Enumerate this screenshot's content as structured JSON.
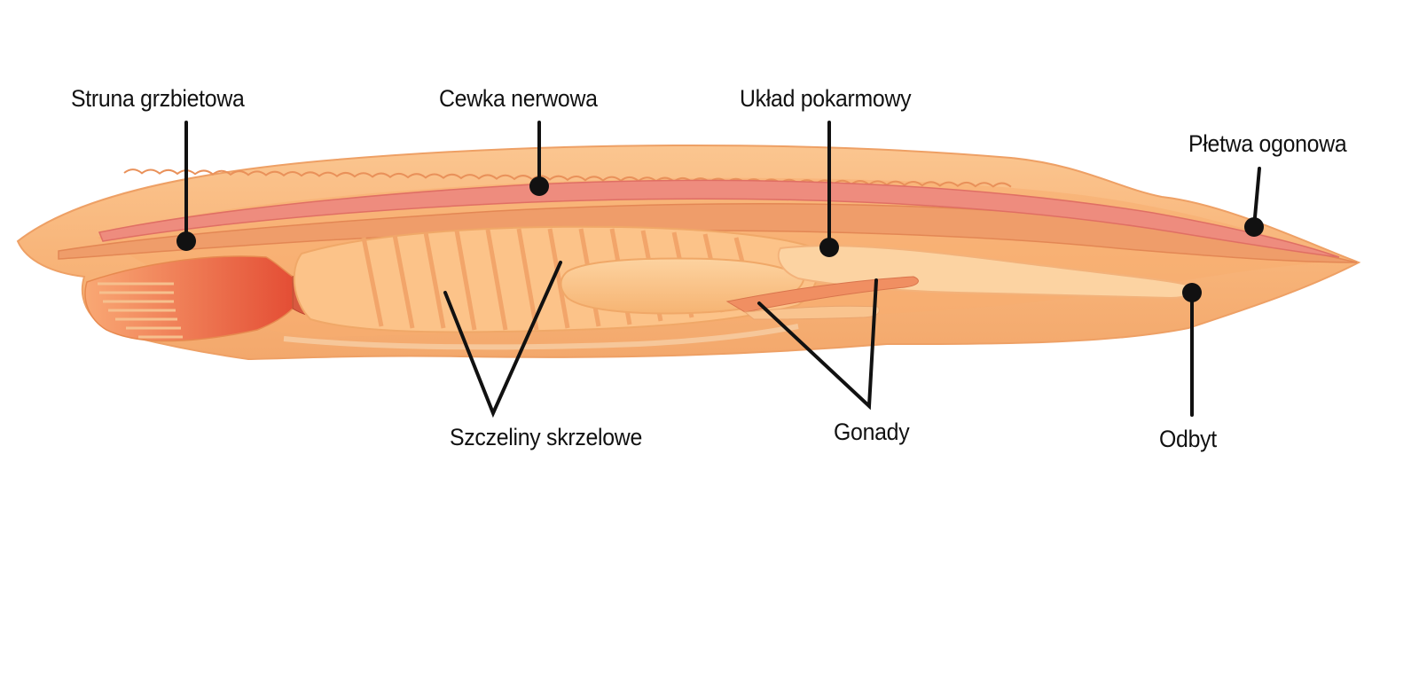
{
  "labels": {
    "notochord": "Struna grzbietowa",
    "nerve_cord": "Cewka nerwowa",
    "digestive": "Układ pokarmowy",
    "tail_fin": "Płetwa ogonowa",
    "gill_slits": "Szczeliny skrzelowe",
    "gonads": "Gonady",
    "anus": "Odbyt"
  },
  "colors": {
    "body": "#f8b57a",
    "body_outline": "#eea065",
    "fin": "#fcd2a6",
    "notochord": "#ee9b6a",
    "nerve_cord": "#ec8377",
    "organs": "#fcc286",
    "mouth": "#e8553a",
    "pointer": "#111111"
  }
}
